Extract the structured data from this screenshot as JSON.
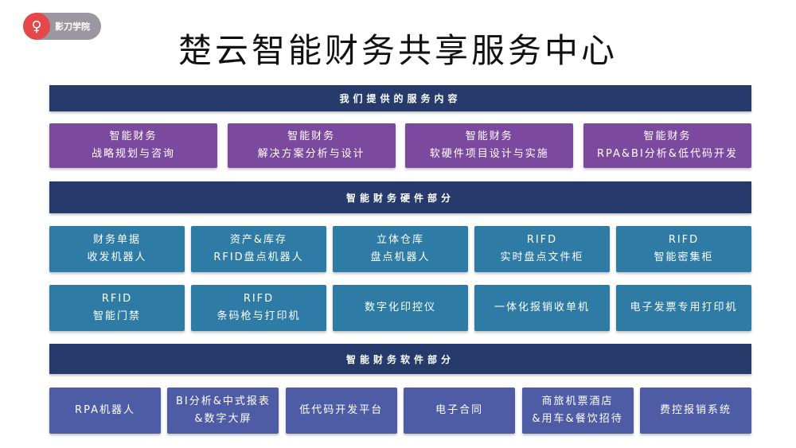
{
  "logo": {
    "text": "影刀学院"
  },
  "title": "楚云智能财务共享服务中心",
  "sections": {
    "services": {
      "header": "我们提供的服务内容",
      "items": [
        {
          "l1": "智能财务",
          "l2": "战略规划与咨询"
        },
        {
          "l1": "智能财务",
          "l2": "解决方案分析与设计"
        },
        {
          "l1": "智能财务",
          "l2": "软硬件项目设计与实施"
        },
        {
          "l1": "智能财务",
          "l2": "RPA&BI分析&低代码开发"
        }
      ]
    },
    "hardware": {
      "header": "智能财务硬件部分",
      "row1": [
        {
          "l1": "财务单据",
          "l2": "收发机器人"
        },
        {
          "l1": "资产&库存",
          "l2": "RFID盘点机器人"
        },
        {
          "l1": "立体仓库",
          "l2": "盘点机器人"
        },
        {
          "l1": "RIFD",
          "l2": "实时盘点文件柜"
        },
        {
          "l1": "RIFD",
          "l2": "智能密集柜"
        }
      ],
      "row2": [
        {
          "l1": "RFID",
          "l2": "智能门禁"
        },
        {
          "l1": "RIFD",
          "l2": "条码枪与打印机"
        },
        {
          "l1": "数字化印控仪",
          "l2": ""
        },
        {
          "l1": "一体化报销收单机",
          "l2": ""
        },
        {
          "l1": "电子发票专用打印机",
          "l2": ""
        }
      ]
    },
    "software": {
      "header": "智能财务软件部分",
      "items": [
        {
          "l1": "RPA机器人",
          "l2": ""
        },
        {
          "l1": "BI分析&中式报表",
          "l2": "&数字大屏"
        },
        {
          "l1": "低代码开发平台",
          "l2": ""
        },
        {
          "l1": "电子合同",
          "l2": ""
        },
        {
          "l1": "商旅机票酒店",
          "l2": "&用车&餐饮招待"
        },
        {
          "l1": "费控报销系统",
          "l2": ""
        }
      ]
    }
  }
}
